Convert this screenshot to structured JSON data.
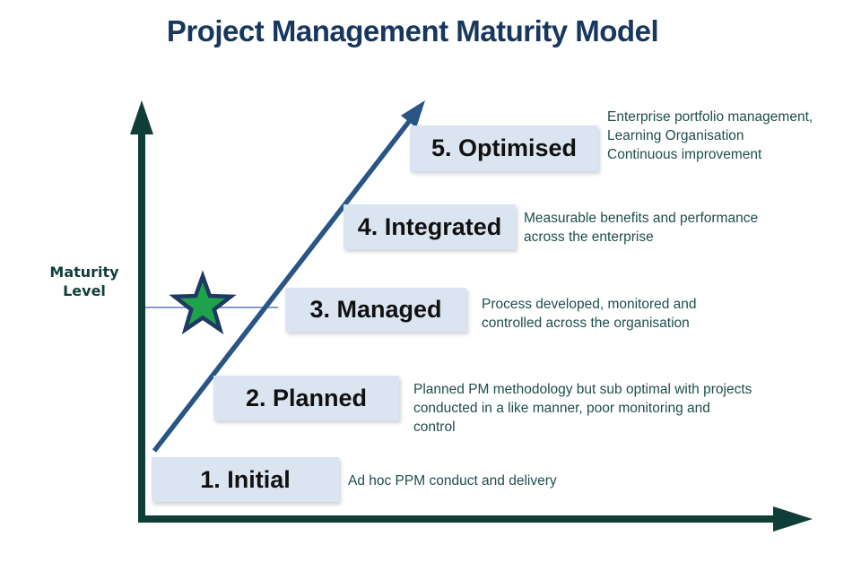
{
  "title": "Project Management Maturity Model",
  "y_axis_label": "Maturity\nLevel",
  "levels": [
    {
      "label": "1. Initial",
      "description": "Ad hoc PPM conduct and delivery"
    },
    {
      "label": "2. Planned",
      "description": "Planned PM methodology but sub optimal with projects\nconducted in a like manner, poor monitoring and\ncontrol"
    },
    {
      "label": "3. Managed",
      "description": "Process developed, monitored and\ncontrolled across the organisation"
    },
    {
      "label": "4. Integrated",
      "description": "Measurable benefits and performance\nacross the enterprise"
    },
    {
      "label": "5. Optimised",
      "description": "Enterprise portfolio management,\nLearning Organisation\nContinuous improvement"
    }
  ],
  "marker": {
    "type": "star",
    "at_level": "3. Managed",
    "fill": "#1fa24c",
    "border": "#1f3864"
  },
  "colors": {
    "title": "#17375e",
    "axis": "#103d38",
    "growth_arrow": "#295586",
    "description_text": "#1f4e4c",
    "level_box_fill": "#dbe5f1",
    "level_box_text": "#111111",
    "indicator_line": "#5b7fad"
  }
}
